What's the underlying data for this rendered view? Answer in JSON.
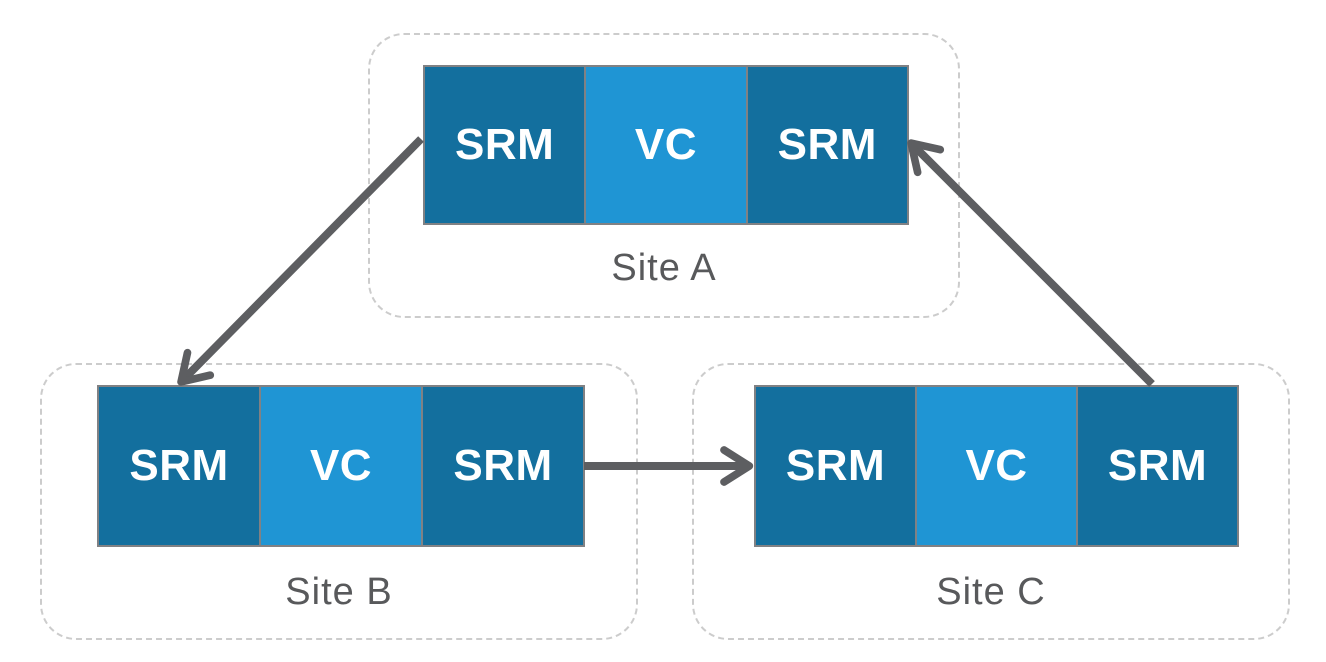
{
  "diagram": {
    "sites": [
      {
        "id": "site-a",
        "label": "Site A",
        "nodes": [
          {
            "label": "SRM"
          },
          {
            "label": "VC"
          },
          {
            "label": "SRM"
          }
        ]
      },
      {
        "id": "site-b",
        "label": "Site B",
        "nodes": [
          {
            "label": "SRM"
          },
          {
            "label": "VC"
          },
          {
            "label": "SRM"
          }
        ]
      },
      {
        "id": "site-c",
        "label": "Site C",
        "nodes": [
          {
            "label": "SRM"
          },
          {
            "label": "VC"
          },
          {
            "label": "SRM"
          }
        ]
      }
    ],
    "connections": [
      {
        "from": "Site A",
        "to": "Site B"
      },
      {
        "from": "Site B",
        "to": "Site C"
      },
      {
        "from": "Site C",
        "to": "Site A"
      }
    ],
    "colors": {
      "srm_box": "#136f9e",
      "vc_box": "#1f95d4",
      "box_border": "#808184",
      "dashed_container_border": "#cccccc",
      "arrow": "#5d5e61",
      "site_label_text": "#58595b",
      "node_label_text": "#ffffff",
      "background": "#ffffff"
    }
  }
}
